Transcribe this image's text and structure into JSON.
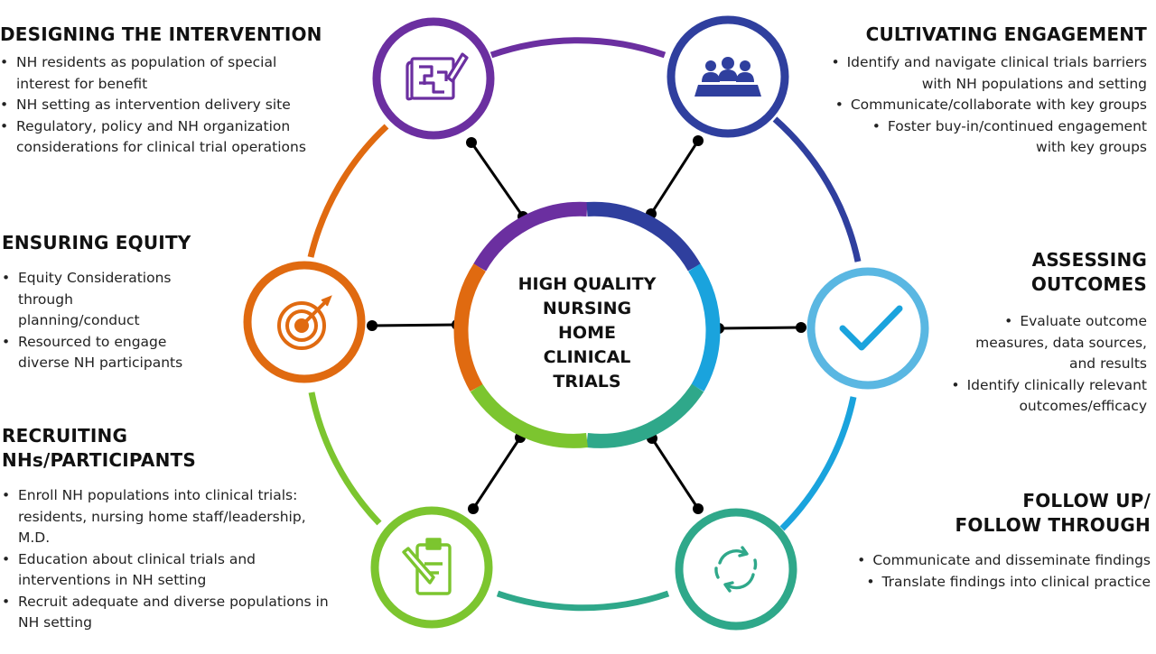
{
  "center": {
    "lines": [
      "HIGH QUALITY",
      "NURSING",
      "HOME",
      "CLINICAL",
      "TRIALS"
    ]
  },
  "sections": {
    "designing": {
      "title": [
        "DESIGNING THE INTERVENTION"
      ],
      "bullets": [
        "NH residents as population of special interest for benefit",
        "NH setting as intervention delivery site",
        "Regulatory, policy and NH organization considerations for clinical trial operations"
      ],
      "color": "#6b2fa0",
      "icon": "blueprint-icon"
    },
    "cultivating": {
      "title": [
        "CULTIVATING ENGAGEMENT"
      ],
      "bullets": [
        "Identify and navigate clinical trials barriers with NH populations and setting",
        "Communicate/collaborate with key groups",
        "Foster buy-in/continued engagement with key groups"
      ],
      "color": "#2f3f9e",
      "icon": "group-meeting-icon"
    },
    "equity": {
      "title": [
        "ENSURING EQUITY"
      ],
      "bullets": [
        "Equity Considerations through planning/conduct",
        "Resourced to engage diverse NH participants"
      ],
      "color": "#e06a10",
      "icon": "target-icon"
    },
    "assessing": {
      "title": [
        "ASSESSING",
        "OUTCOMES"
      ],
      "bullets": [
        "Evaluate outcome measures, data sources, and results",
        "Identify clinically relevant outcomes/efficacy"
      ],
      "color": "#1aa3dd",
      "icon": "checkmark-icon"
    },
    "recruiting": {
      "title": [
        "RECRUITING",
        "NHs/PARTICIPANTS"
      ],
      "bullets": [
        "Enroll NH populations into clinical trials: residents, nursing home staff/leadership, M.D.",
        "Education about clinical trials and interventions in NH setting",
        "Recruit adequate and diverse populations in NH setting"
      ],
      "color": "#7cc52f",
      "icon": "clipboard-icon"
    },
    "followup": {
      "title": [
        "FOLLOW UP/",
        "FOLLOW THROUGH"
      ],
      "bullets": [
        "Communicate and disseminate findings",
        "Translate findings into clinical practice"
      ],
      "color": "#2fa88a",
      "icon": "refresh-cycle-icon"
    }
  }
}
